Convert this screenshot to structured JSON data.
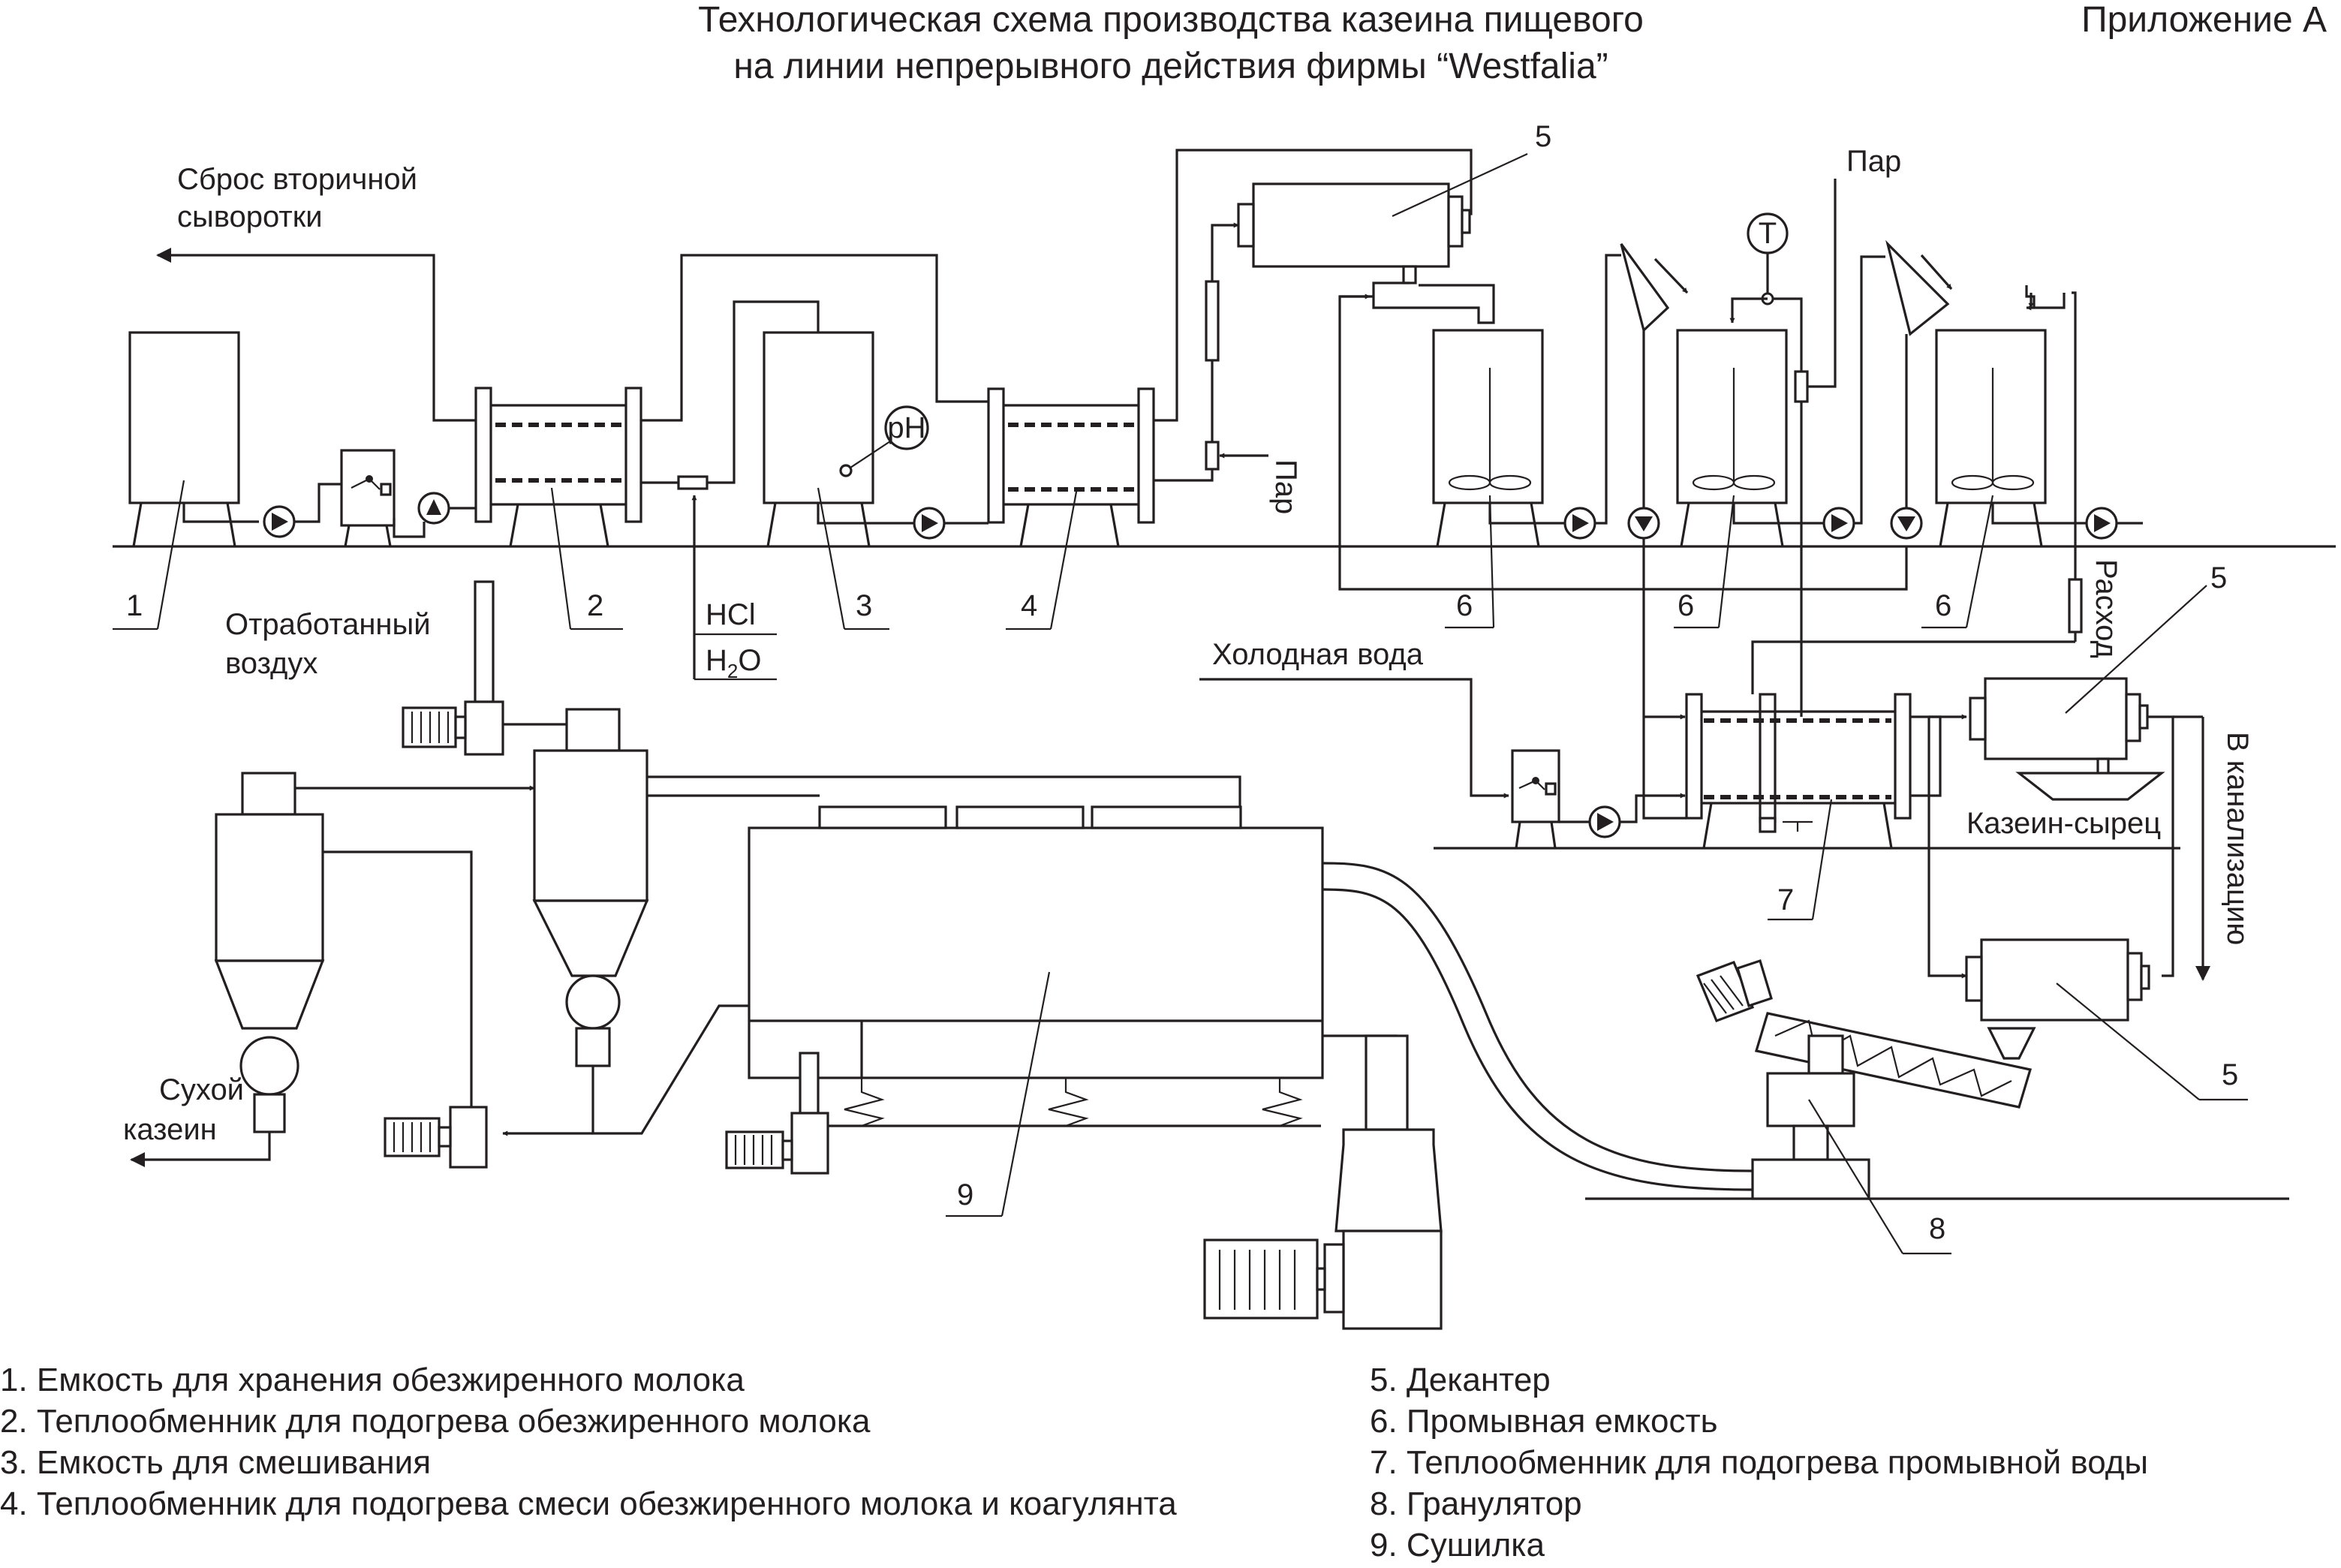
{
  "title": {
    "line1": "Технологическая схема производства казеина пищевого",
    "line2": "на линии непрерывного действия фирмы “Westfalia”",
    "appendix": "Приложение А"
  },
  "labels": {
    "whey_discharge_1": "Сброс вторичной",
    "whey_discharge_2": "сыворотки",
    "exhaust_air_1": "Отработанный",
    "exhaust_air_2": "воздух",
    "steam_1": "Пар",
    "steam_2": "Пар",
    "hcl": "HCl",
    "water_h": "H",
    "water_sub": "2",
    "water_o": "O",
    "ph": "pH",
    "temp": "T",
    "cold_water": "Холодная вода",
    "flow": "Расход",
    "to_sewer": "В канализацию",
    "raw_casein": "Казеин-сырец",
    "dry_casein_1": "Сухой",
    "dry_casein_2": "казеин"
  },
  "numbers": {
    "n1": "1",
    "n2": "2",
    "n3": "3",
    "n4": "4",
    "n5a": "5",
    "n5b": "5",
    "n5c": "5",
    "n6a": "6",
    "n6b": "6",
    "n6c": "6",
    "n7": "7",
    "n8": "8",
    "n9": "9"
  },
  "legend": {
    "left": [
      "1. Емкость для хранения обезжиренного молока",
      "2. Теплообменник для подогрева обезжиренного молока",
      "3. Емкость для смешивания",
      "4. Теплообменник для подогрева смеси обезжиренного молока и коагулянта"
    ],
    "right": [
      "5. Декантер",
      "6. Промывная емкость",
      "7. Теплообменник для подогрева промывной воды",
      "8. Гранулятор",
      "9. Сушилка"
    ]
  }
}
